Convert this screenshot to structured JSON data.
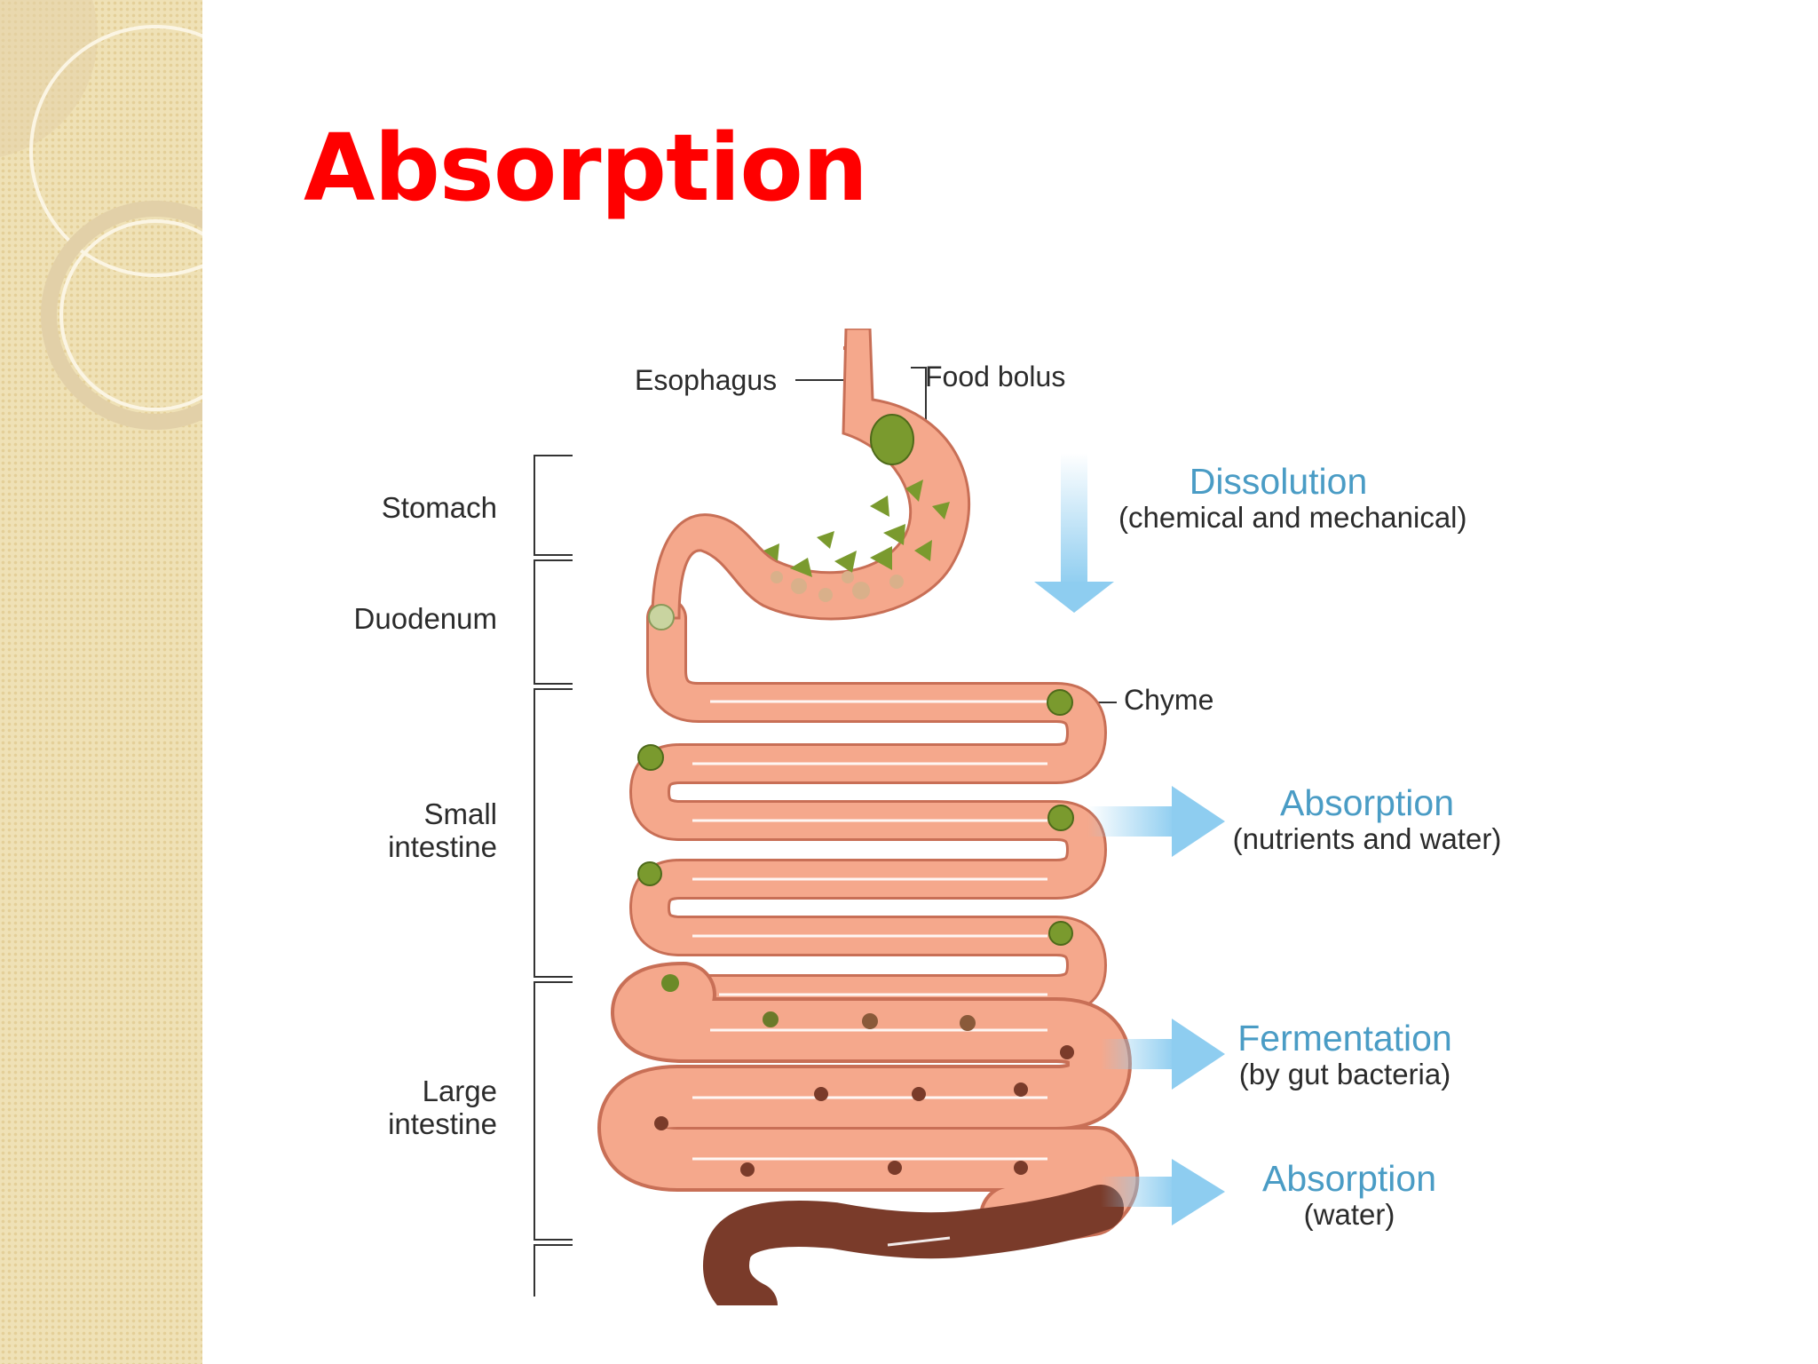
{
  "slide": {
    "title": "Absorption",
    "accent_color": "#ff0000",
    "side_panel_color": "#efe1b6"
  },
  "diagram": {
    "regions": {
      "stomach": "Stomach",
      "duodenum": "Duodenum",
      "small_intestine": [
        "Small",
        "intestine"
      ],
      "large_intestine": [
        "Large",
        "intestine"
      ]
    },
    "parts": {
      "esophagus": "Esophagus",
      "food_bolus": "Food bolus",
      "chyme": "Chyme"
    },
    "processes": [
      {
        "title": "Dissolution",
        "subtitle": "(chemical and mechanical)",
        "direction": "down-arrow"
      },
      {
        "title": "Absorption",
        "subtitle": "(nutrients and water)",
        "direction": "right-arrow"
      },
      {
        "title": "Fermentation",
        "subtitle": "(by gut bacteria)",
        "direction": "right-arrow"
      },
      {
        "title": "Absorption",
        "subtitle": "(water)",
        "direction": "right-arrow"
      }
    ],
    "colors": {
      "tract": "#f5a88c",
      "tract_outline": "#d0735a",
      "food": "#7a9a2e",
      "stool": "#7a3b2a",
      "arrow": "#8ecdf0",
      "process_title": "#4a9cc5"
    }
  }
}
